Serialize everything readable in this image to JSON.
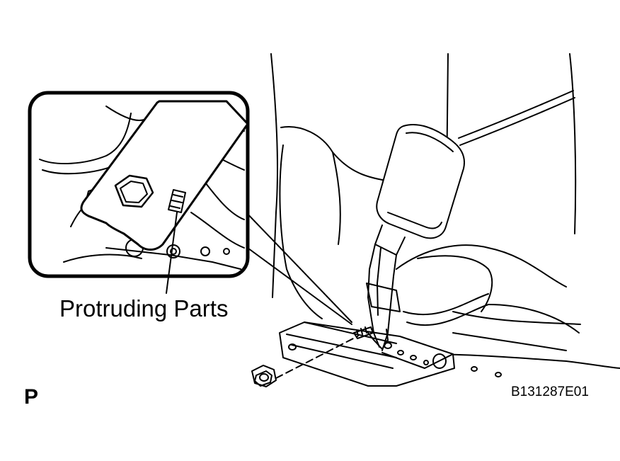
{
  "labels": {
    "callout": "Protruding Parts",
    "view_marker": "P",
    "figure_code": "B131287E01"
  },
  "colors": {
    "line": "#000000",
    "fill": "#ffffff"
  },
  "icons": [
    "nut-icon",
    "bolt-icon",
    "buckle-icon",
    "seat-rail-icon",
    "seat-cushion-icon",
    "detail-inset-icon"
  ]
}
